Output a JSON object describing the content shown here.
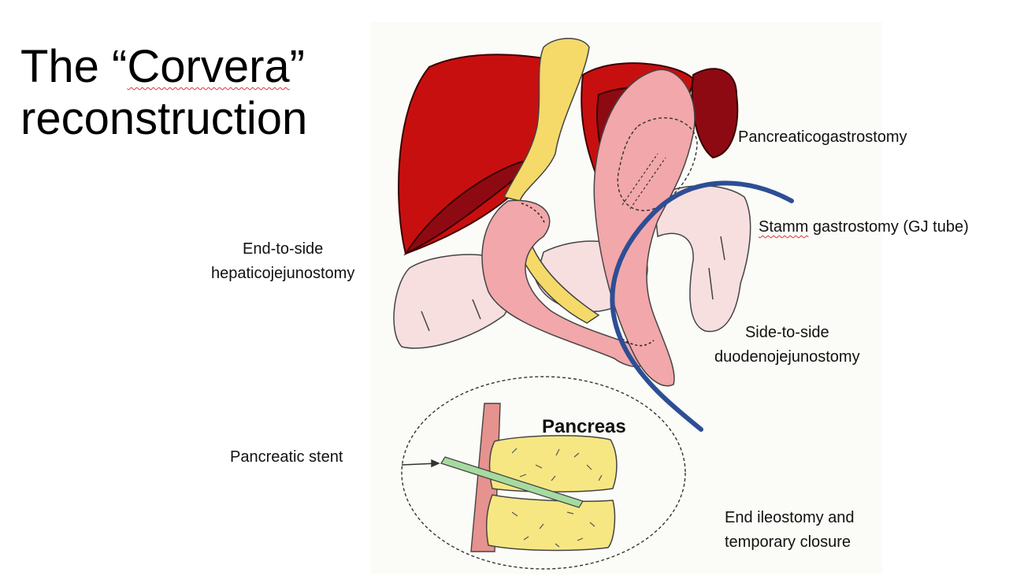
{
  "title": {
    "line1_pre": "The “",
    "line1_word": "Corvera",
    "line1_post": "”",
    "line2": "reconstruction"
  },
  "labels": {
    "pancreaticogastrostomy": "Pancreaticogastrostomy",
    "stamm_word": "Stamm",
    "stamm_rest": " gastrostomy (GJ tube)",
    "hepatico_line1": "End-to-side",
    "hepatico_line2": "hepaticojejunostomy",
    "duodeno_line1": "Side-to-side",
    "duodeno_line2": "duodenojejunostomy",
    "pancreatic_stent": "Pancreatic stent",
    "ileostomy_line1": "End ileostomy and",
    "ileostomy_line2": "temporary closure",
    "pancreas": "Pancreas"
  },
  "colors": {
    "liver": "#c80f0f",
    "liver_dark": "#8e0a12",
    "gallbladder": "#f5da6a",
    "stomach": "#f2a7aa",
    "bowel": "#f7dfe0",
    "gj_tube": "#2d4e95",
    "pancreas_tissue": "#f7e783",
    "vessel": "#e6928e",
    "stent": "#a6dba0"
  }
}
